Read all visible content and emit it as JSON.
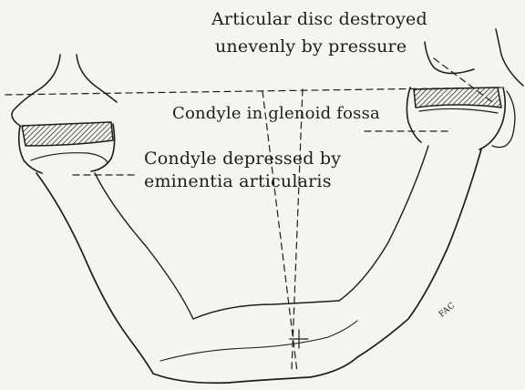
{
  "labels": {
    "articular_disc_line1": "Articular disc destroyed",
    "articular_disc_line2": "unevenly by pressure",
    "condyle_in_fossa": "Condyle in glenoid fossa",
    "condyle_depressed_line1": "Condyle depressed by",
    "condyle_depressed_line2": "eminentia articularis",
    "artist_initials": "FAC"
  },
  "colors": {
    "paper": "#f6f4ef",
    "ink": "#1d1d1d"
  }
}
